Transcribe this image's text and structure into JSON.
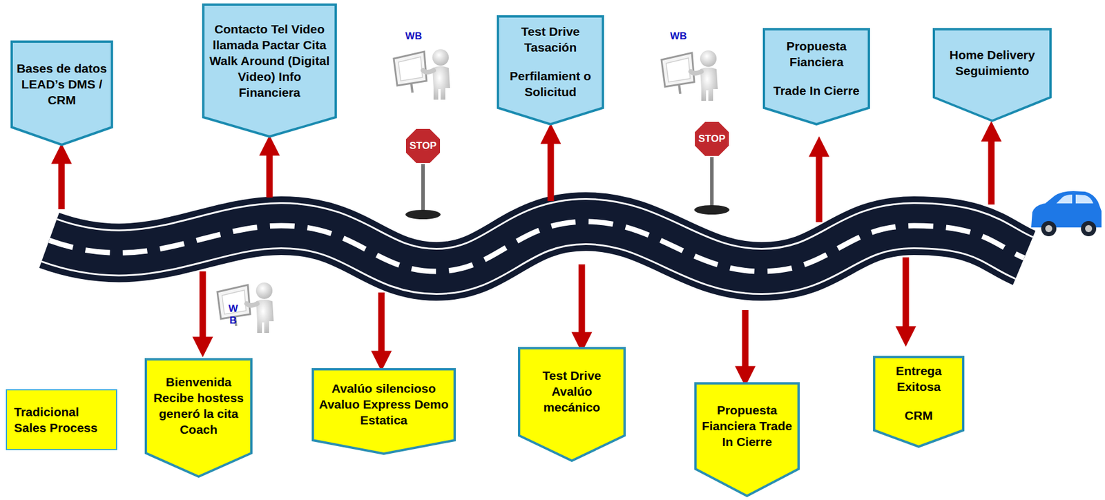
{
  "diagram": {
    "nodes": [
      {
        "text": [
          "Bases de datos LEAD’s DMS / CRM"
        ]
      },
      {
        "text": [
          "Tradicional Sales Process"
        ]
      },
      {
        "text": [
          "Bienvenida Recibe hostess generó la cita Coach"
        ]
      },
      {
        "text": [
          "Contacto Tel Video llamada Pactar Cita Walk Around (Digital Video) Info Financiera"
        ]
      },
      {
        "text": [
          "Avalúo silencioso Avaluo Express Demo Estatica"
        ]
      },
      {
        "text": [
          "Test Drive Tasación",
          "Perfilamient o Solicitud"
        ]
      },
      {
        "text": [
          "Test Drive Avalúo mecánico"
        ]
      },
      {
        "text": [
          "Propuesta Fianciera",
          "Trade In Cierre"
        ]
      },
      {
        "text": [
          "Propuesta Fianciera Trade In Cierre"
        ]
      },
      {
        "text": [
          "Home Delivery Seguimiento"
        ]
      },
      {
        "text": [
          "Entrega Exitosa",
          "CRM"
        ]
      }
    ],
    "labels": [
      "WB",
      "WB",
      "W B",
      "STOP",
      "STOP"
    ]
  }
}
